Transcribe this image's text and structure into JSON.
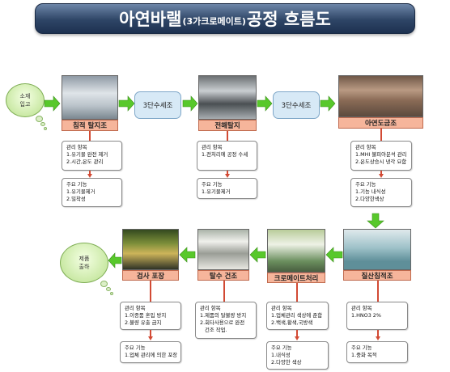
{
  "title": {
    "main_prefix": "아연바랠",
    "sub": "(3가크로메이트)",
    "main_suffix": "공정 흐름도"
  },
  "start_cloud": {
    "line1": "소재",
    "line2": "입고"
  },
  "end_cloud": {
    "line1": "제품",
    "line2": "출하"
  },
  "rinse_label": "3단수세조",
  "arrow_color": "#58c82b",
  "steps": {
    "degrease": {
      "label": "침적 탈지조",
      "mgmt_title": "관리 항목",
      "mgmt_items": [
        "1.유기물 완전 제거",
        "2.시간,온도 관리"
      ],
      "func_title": "주요 기능",
      "func_items": [
        "1.유기물제거",
        "2.밀착성"
      ]
    },
    "electro": {
      "label": "전해탈지",
      "mgmt_title": "관리 항목",
      "mgmt_items": [
        "1.전처리에 공정 수세"
      ],
      "func_title": "주요 기능",
      "func_items": [
        "1.유기물제거"
      ]
    },
    "zinc": {
      "label": "아연도금조",
      "mgmt_title": "관리 항목",
      "mgmt_items": [
        "1.MHI 불피아분석 관리",
        "2.온도상승시 냉각 요함"
      ],
      "func_title": "주요 기능",
      "func_items": [
        "1.기능 내식성",
        "2.다양한색상"
      ]
    },
    "nitric": {
      "label": "질산침적조",
      "mgmt_title": "관리 항목",
      "mgmt_items": [
        "1.HNO3 2%"
      ],
      "func_title": "주요 기능",
      "func_items": [
        "1.중화 목적"
      ]
    },
    "chromate": {
      "label": "크로메이트처리",
      "mgmt_title": "관리 항목",
      "mgmt_items": [
        "1.업체관리 색상에 준함",
        "2.백색,황색,국방색"
      ],
      "func_title": "주요 기능",
      "func_items": [
        "1.내식성",
        "2.다양한 색상"
      ]
    },
    "dry": {
      "label": "탈수 건조",
      "mgmt_title": "관리 항목",
      "mgmt_items": [
        "1.제품의 탈불량 방지",
        "2.회타사용으로 완전",
        "  건조 작업."
      ]
    },
    "inspect": {
      "label": "검사 포장",
      "mgmt_title": "관리 항목",
      "mgmt_items": [
        "1.이종품 혼입 방지",
        "2.불량 유출 금지"
      ],
      "func_title": "주요 기능",
      "func_items": [
        "1.업체 관리에 의한 포장"
      ]
    }
  }
}
